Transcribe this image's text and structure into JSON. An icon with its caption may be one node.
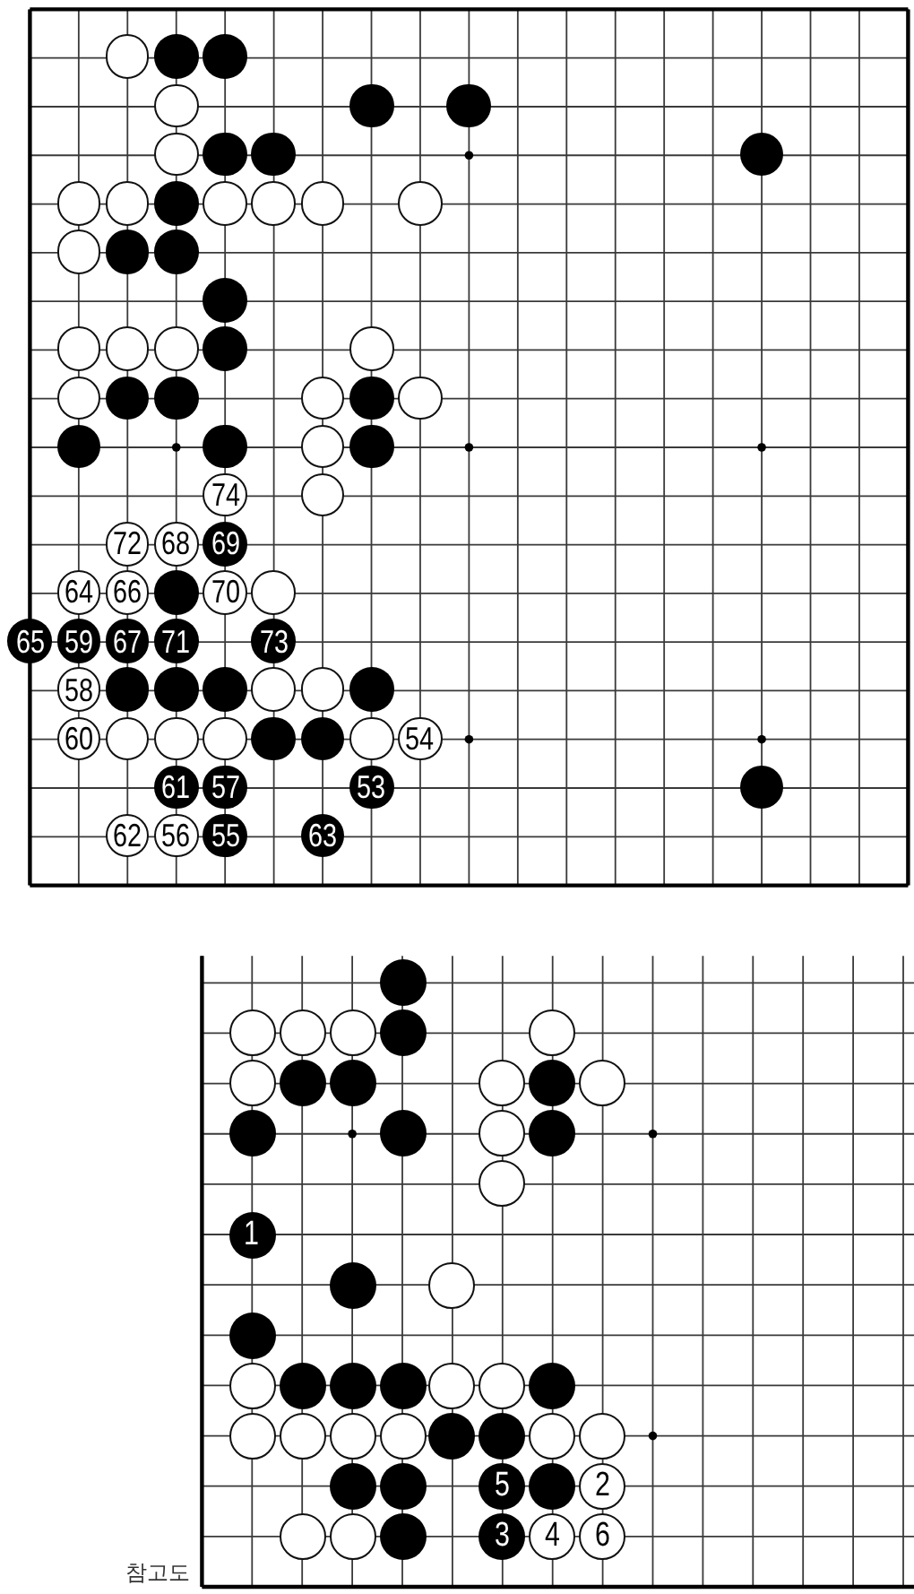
{
  "diagram": {
    "nodes": [
      {
        "text": [],
        "shape": "box"
      },
      {
        "text": [],
        "shape": "circle",
        "in": 0
      },
      {
        "text": [],
        "shape": "circle",
        "in": 0
      },
      {
        "text": [],
        "shape": "circle",
        "in": 0
      },
      {
        "text": [],
        "shape": "circle",
        "in": 0
      },
      {
        "text": [],
        "shape": "circle",
        "in": 0
      },
      {
        "text": [],
        "shape": "circle",
        "in": 0
      },
      {
        "text": [],
        "shape": "circle",
        "in": 0
      },
      {
        "text": [],
        "shape": "circle",
        "in": 0
      },
      {
        "text": [],
        "shape": "circle",
        "in": 0
      },
      {
        "text": [],
        "shape": "circle",
        "in": 0
      },
      {
        "text": [],
        "shape": "circle",
        "in": 0
      },
      {
        "text": [],
        "shape": "circle",
        "in": 0
      },
      {
        "text": [],
        "shape": "circle",
        "in": 0
      },
      {
        "text": [],
        "shape": "circle",
        "in": 0
      },
      {
        "text": [],
        "shape": "circle",
        "in": 0
      },
      {
        "text": [],
        "shape": "circle",
        "in": 0
      },
      {
        "text": [],
        "shape": "circle",
        "in": 0
      },
      {
        "text": [],
        "shape": "circle",
        "in": 0
      },
      {
        "text": [],
        "shape": "circle",
        "in": 0
      },
      {
        "text": [],
        "shape": "circle",
        "in": 0
      },
      {
        "text": [],
        "shape": "circle",
        "in": 0
      },
      {
        "text": [],
        "shape": "circle",
        "in": 0
      },
      {
        "text": [],
        "shape": "circle",
        "in": 0
      },
      {
        "text": [],
        "shape": "circle",
        "in": 0
      },
      {
        "text": [],
        "shape": "circle",
        "in": 0
      },
      {
        "text": [],
        "shape": "circle",
        "in": 0
      },
      {
        "text": [],
        "shape": "circle",
        "in": 0
      },
      {
        "text": [],
        "shape": "circle",
        "in": 0
      },
      {
        "text": [],
        "shape": "circle",
        "in": 0
      },
      {
        "text": [],
        "shape": "circle",
        "in": 0
      },
      {
        "text": [],
        "shape": "circle",
        "in": 0
      },
      {
        "text": [],
        "shape": "circle",
        "in": 0
      },
      {
        "text": [],
        "shape": "circle",
        "in": 0
      },
      {
        "text": [],
        "shape": "circle",
        "in": 0
      },
      {
        "text": [],
        "shape": "circle",
        "in": 0
      },
      {
        "text": [],
        "shape": "circle",
        "in": 0
      },
      {
        "text": [
          "74"
        ],
        "in": 0
      },
      {
        "text": [],
        "shape": "circle",
        "in": 0
      },
      {
        "text": [
          "72"
        ],
        "in": 0
      },
      {
        "text": [
          "68"
        ],
        "in": 0
      },
      {
        "text": [
          "69"
        ],
        "in": 0
      },
      {
        "text": [
          "64"
        ],
        "in": 0
      },
      {
        "text": [
          "66"
        ],
        "in": 0
      },
      {
        "text": [],
        "shape": "circle",
        "in": 0
      },
      {
        "text": [
          "70"
        ],
        "in": 0
      },
      {
        "text": [],
        "shape": "circle",
        "in": 0
      },
      {
        "text": [
          "65"
        ],
        "in": 0
      },
      {
        "text": [
          "59"
        ],
        "in": 0
      },
      {
        "text": [
          "67"
        ],
        "in": 0
      },
      {
        "text": [
          "71"
        ],
        "in": 0
      },
      {
        "text": [
          "73"
        ],
        "in": 0
      },
      {
        "text": [
          "58"
        ],
        "in": 0
      },
      {
        "text": [],
        "shape": "circle",
        "in": 0
      },
      {
        "text": [],
        "shape": "circle",
        "in": 0
      },
      {
        "text": [],
        "shape": "circle",
        "in": 0
      },
      {
        "text": [],
        "shape": "circle",
        "in": 0
      },
      {
        "text": [],
        "shape": "circle",
        "in": 0
      },
      {
        "text": [],
        "shape": "circle",
        "in": 0
      },
      {
        "text": [
          "60"
        ],
        "in": 0
      },
      {
        "text": [],
        "shape": "circle",
        "in": 0
      },
      {
        "text": [],
        "shape": "circle",
        "in": 0
      },
      {
        "text": [],
        "shape": "circle",
        "in": 0
      },
      {
        "text": [],
        "shape": "circle",
        "in": 0
      },
      {
        "text": [],
        "shape": "circle",
        "in": 0
      },
      {
        "text": [],
        "shape": "circle",
        "in": 0
      },
      {
        "text": [
          "54"
        ],
        "in": 0
      },
      {
        "text": [
          "61"
        ],
        "in": 0
      },
      {
        "text": [
          "57"
        ],
        "in": 0
      },
      {
        "text": [
          "53"
        ],
        "in": 0
      },
      {
        "text": [],
        "shape": "circle",
        "in": 0
      },
      {
        "text": [
          "62"
        ],
        "in": 0
      },
      {
        "text": [
          "56"
        ],
        "in": 0
      },
      {
        "text": [
          "55"
        ],
        "in": 0
      },
      {
        "text": [
          "63"
        ],
        "in": 0
      },
      {
        "text": [],
        "shape": "box",
        "beside": [
          "참고도"
        ]
      },
      {
        "text": [],
        "shape": "circle",
        "in": 75
      },
      {
        "text": [],
        "shape": "circle",
        "in": 75
      },
      {
        "text": [],
        "shape": "circle",
        "in": 75
      },
      {
        "text": [],
        "shape": "circle",
        "in": 75
      },
      {
        "text": [],
        "shape": "circle",
        "in": 75
      },
      {
        "text": [],
        "shape": "circle",
        "in": 75
      },
      {
        "text": [],
        "shape": "circle",
        "in": 75
      },
      {
        "text": [],
        "shape": "circle",
        "in": 75
      },
      {
        "text": [],
        "shape": "circle",
        "in": 75
      },
      {
        "text": [],
        "shape": "circle",
        "in": 75
      },
      {
        "text": [],
        "shape": "circle",
        "in": 75
      },
      {
        "text": [],
        "shape": "circle",
        "in": 75
      },
      {
        "text": [],
        "shape": "circle",
        "in": 75
      },
      {
        "text": [],
        "shape": "circle",
        "in": 75
      },
      {
        "text": [],
        "shape": "circle",
        "in": 75
      },
      {
        "text": [],
        "shape": "circle",
        "in": 75
      },
      {
        "text": [],
        "shape": "circle",
        "in": 75
      },
      {
        "text": [
          "1"
        ],
        "in": 75
      },
      {
        "text": [],
        "shape": "circle",
        "in": 75
      },
      {
        "text": [],
        "shape": "circle",
        "in": 75
      },
      {
        "text": [],
        "shape": "circle",
        "in": 75
      },
      {
        "text": [],
        "shape": "circle",
        "in": 75
      },
      {
        "text": [],
        "shape": "circle",
        "in": 75
      },
      {
        "text": [],
        "shape": "circle",
        "in": 75
      },
      {
        "text": [],
        "shape": "circle",
        "in": 75
      },
      {
        "text": [],
        "shape": "circle",
        "in": 75
      },
      {
        "text": [],
        "shape": "circle",
        "in": 75
      },
      {
        "text": [],
        "shape": "circle",
        "in": 75
      },
      {
        "text": [],
        "shape": "circle",
        "in": 75
      },
      {
        "text": [],
        "shape": "circle",
        "in": 75
      },
      {
        "text": [],
        "shape": "circle",
        "in": 75
      },
      {
        "text": [],
        "shape": "circle",
        "in": 75
      },
      {
        "text": [],
        "shape": "circle",
        "in": 75
      },
      {
        "text": [],
        "shape": "circle",
        "in": 75
      },
      {
        "text": [],
        "shape": "circle",
        "in": 75
      },
      {
        "text": [],
        "shape": "circle",
        "in": 75
      },
      {
        "text": [],
        "shape": "circle",
        "in": 75
      },
      {
        "text": [],
        "shape": "circle",
        "in": 75
      },
      {
        "text": [
          "5"
        ],
        "in": 75
      },
      {
        "text": [],
        "shape": "circle",
        "in": 75
      },
      {
        "text": [
          "2"
        ],
        "in": 75
      },
      {
        "text": [],
        "shape": "circle",
        "in": 75
      },
      {
        "text": [],
        "shape": "circle",
        "in": 75
      },
      {
        "text": [],
        "shape": "circle",
        "in": 75
      },
      {
        "text": [
          "3"
        ],
        "in": 75
      },
      {
        "text": [
          "4"
        ],
        "in": 75
      },
      {
        "text": [
          "6"
        ],
        "in": 75
      }
    ]
  }
}
